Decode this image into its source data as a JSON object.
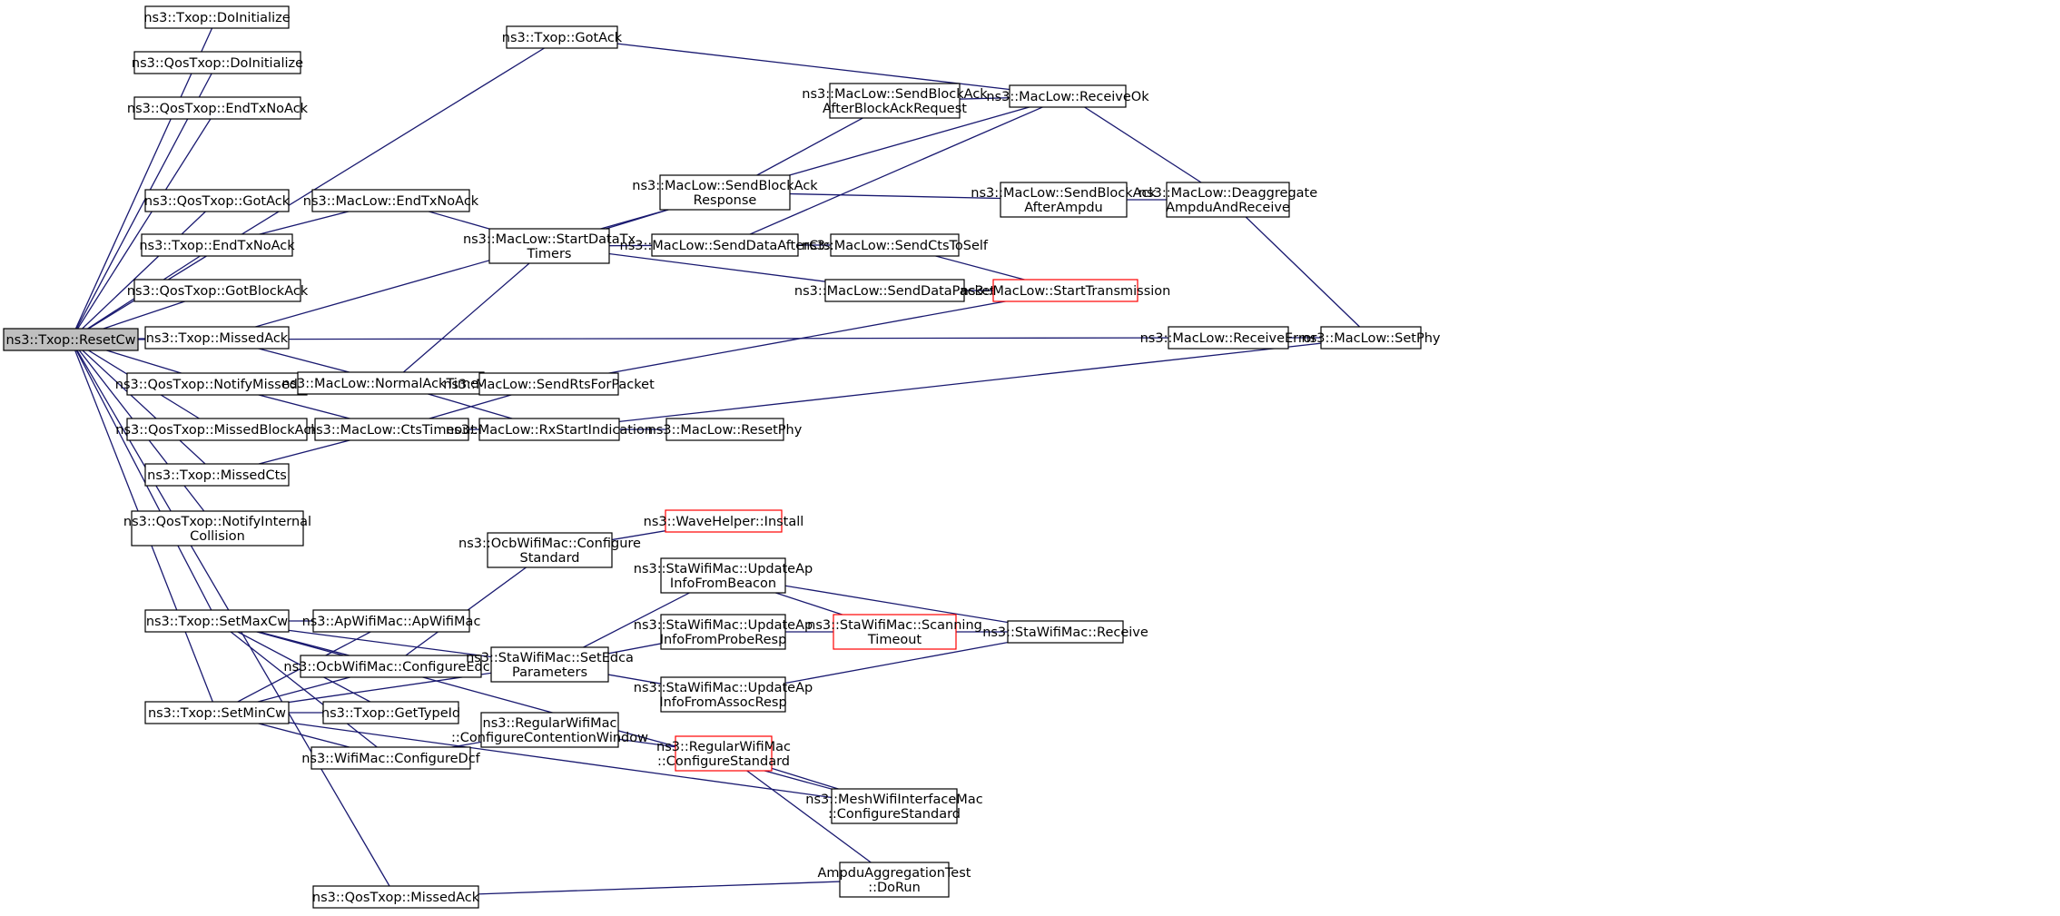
{
  "colors": {
    "edge": "#191970",
    "border": "#000000",
    "highlight_border": "#ff0000",
    "root_fill": "#bfbfbf",
    "fill": "#ffffff"
  },
  "nodes": [
    {
      "id": "resetcw",
      "lines": [
        "ns3::Txop::ResetCw"
      ],
      "style": "root"
    },
    {
      "id": "txop_doinit",
      "lines": [
        "ns3::Txop::DoInitialize"
      ]
    },
    {
      "id": "qos_doinit",
      "lines": [
        "ns3::QosTxop::DoInitialize"
      ]
    },
    {
      "id": "qos_endtxnoack",
      "lines": [
        "ns3::QosTxop::EndTxNoAck"
      ]
    },
    {
      "id": "qos_gotack",
      "lines": [
        "ns3::QosTxop::GotAck"
      ]
    },
    {
      "id": "txop_endtxnoack",
      "lines": [
        "ns3::Txop::EndTxNoAck"
      ]
    },
    {
      "id": "qos_gotblockack",
      "lines": [
        "ns3::QosTxop::GotBlockAck"
      ]
    },
    {
      "id": "txop_missedack",
      "lines": [
        "ns3::Txop::MissedAck"
      ]
    },
    {
      "id": "qos_notifymissedcts",
      "lines": [
        "ns3::QosTxop::NotifyMissedCts"
      ]
    },
    {
      "id": "qos_missedblockack",
      "lines": [
        "ns3::QosTxop::MissedBlockAck"
      ]
    },
    {
      "id": "txop_missedcts",
      "lines": [
        "ns3::Txop::MissedCts"
      ]
    },
    {
      "id": "qos_notifyinternal",
      "lines": [
        "ns3::QosTxop::NotifyInternal",
        "Collision"
      ]
    },
    {
      "id": "txop_setmaxcw",
      "lines": [
        "ns3::Txop::SetMaxCw"
      ]
    },
    {
      "id": "txop_setmincw",
      "lines": [
        "ns3::Txop::SetMinCw"
      ]
    },
    {
      "id": "qos_missedack",
      "lines": [
        "ns3::QosTxop::MissedAck"
      ]
    },
    {
      "id": "txop_gotack",
      "lines": [
        "ns3::Txop::GotAck"
      ]
    },
    {
      "id": "mac_endtxnoack",
      "lines": [
        "ns3::MacLow::EndTxNoAck"
      ]
    },
    {
      "id": "mac_normalacktimeout",
      "lines": [
        "ns3::MacLow::NormalAckTimeout"
      ]
    },
    {
      "id": "mac_ctstimeout",
      "lines": [
        "ns3::MacLow::CtsTimeout"
      ]
    },
    {
      "id": "ap_apwifimac",
      "lines": [
        "ns3::ApWifiMac::ApWifiMac"
      ]
    },
    {
      "id": "ocb_configureedca",
      "lines": [
        "ns3::OcbWifiMac::ConfigureEdca"
      ]
    },
    {
      "id": "txop_gettypeid",
      "lines": [
        "ns3::Txop::GetTypeId"
      ]
    },
    {
      "id": "wifimac_configuredcf",
      "lines": [
        "ns3::WifiMac::ConfigureDcf"
      ]
    },
    {
      "id": "mac_startdatatxtimers",
      "lines": [
        "ns3::MacLow::StartDataTx",
        "Timers"
      ]
    },
    {
      "id": "mac_sendrtsforpacket",
      "lines": [
        "ns3::MacLow::SendRtsForPacket"
      ]
    },
    {
      "id": "mac_rxstartindication",
      "lines": [
        "ns3::MacLow::RxStartIndication"
      ]
    },
    {
      "id": "ocb_configurestandard",
      "lines": [
        "ns3::OcbWifiMac::Configure",
        "Standard"
      ]
    },
    {
      "id": "sta_setedca",
      "lines": [
        "ns3::StaWifiMac::SetEdca",
        "Parameters"
      ]
    },
    {
      "id": "regular_configurecontention",
      "lines": [
        "ns3::RegularWifiMac",
        "::ConfigureContentionWindow"
      ]
    },
    {
      "id": "mac_sendblockackresponse",
      "lines": [
        "ns3::MacLow::SendBlockAck",
        "Response"
      ]
    },
    {
      "id": "mac_senddataaftercts",
      "lines": [
        "ns3::MacLow::SendDataAfterCts"
      ]
    },
    {
      "id": "mac_resetphy",
      "lines": [
        "ns3::MacLow::ResetPhy"
      ]
    },
    {
      "id": "wave_install",
      "lines": [
        "ns3::WaveHelper::Install"
      ],
      "style": "highlight"
    },
    {
      "id": "sta_updatebeacon",
      "lines": [
        "ns3::StaWifiMac::UpdateAp",
        "InfoFromBeacon"
      ]
    },
    {
      "id": "sta_updateprobe",
      "lines": [
        "ns3::StaWifiMac::UpdateAp",
        "InfoFromProbeResp"
      ]
    },
    {
      "id": "sta_updateassoc",
      "lines": [
        "ns3::StaWifiMac::UpdateAp",
        "InfoFromAssocResp"
      ]
    },
    {
      "id": "regular_configurestandard",
      "lines": [
        "ns3::RegularWifiMac",
        "::ConfigureStandard"
      ],
      "style": "highlight"
    },
    {
      "id": "mac_sendblockackafterbar",
      "lines": [
        "ns3::MacLow::SendBlockAck",
        "AfterBlockAckRequest"
      ]
    },
    {
      "id": "mac_sendctstoself",
      "lines": [
        "ns3::MacLow::SendCtsToSelf"
      ]
    },
    {
      "id": "mac_senddatapacket",
      "lines": [
        "ns3::MacLow::SendDataPacket"
      ]
    },
    {
      "id": "sta_scanningtimeout",
      "lines": [
        "ns3::StaWifiMac::Scanning",
        "Timeout"
      ],
      "style": "highlight"
    },
    {
      "id": "mesh_configurestandard",
      "lines": [
        "ns3::MeshWifiInterfaceMac",
        "::ConfigureStandard"
      ]
    },
    {
      "id": "ampdu_dorun",
      "lines": [
        "AmpduAggregationTest",
        "::DoRun"
      ]
    },
    {
      "id": "mac_receiveok",
      "lines": [
        "ns3::MacLow::ReceiveOk"
      ]
    },
    {
      "id": "mac_sendblockackafterampdu",
      "lines": [
        "ns3::MacLow::SendBlockAck",
        "AfterAmpdu"
      ]
    },
    {
      "id": "mac_starttransmission",
      "lines": [
        "ns3::MacLow::StartTransmission"
      ],
      "style": "highlight"
    },
    {
      "id": "sta_receive",
      "lines": [
        "ns3::StaWifiMac::Receive"
      ]
    },
    {
      "id": "mac_deaggregate",
      "lines": [
        "ns3::MacLow::Deaggregate",
        "AmpduAndReceive"
      ]
    },
    {
      "id": "mac_receiveerror",
      "lines": [
        "ns3::MacLow::ReceiveError"
      ]
    },
    {
      "id": "mac_setphy",
      "lines": [
        "ns3::MacLow::SetPhy"
      ]
    }
  ],
  "edges": [
    [
      "txop_doinit",
      "resetcw"
    ],
    [
      "qos_doinit",
      "resetcw"
    ],
    [
      "qos_endtxnoack",
      "resetcw"
    ],
    [
      "txop_gotack",
      "resetcw"
    ],
    [
      "qos_gotack",
      "resetcw"
    ],
    [
      "txop_endtxnoack",
      "resetcw"
    ],
    [
      "qos_gotblockack",
      "resetcw"
    ],
    [
      "txop_missedack",
      "resetcw"
    ],
    [
      "mac_receiveerror",
      "resetcw"
    ],
    [
      "qos_notifymissedcts",
      "resetcw"
    ],
    [
      "qos_missedblockack",
      "resetcw"
    ],
    [
      "txop_missedcts",
      "resetcw"
    ],
    [
      "qos_notifyinternal",
      "resetcw"
    ],
    [
      "txop_setmaxcw",
      "resetcw"
    ],
    [
      "txop_setmincw",
      "resetcw"
    ],
    [
      "qos_missedack",
      "resetcw"
    ],
    [
      "mac_receiveok",
      "txop_gotack"
    ],
    [
      "mac_endtxnoack",
      "txop_endtxnoack"
    ],
    [
      "mac_startdatatxtimers",
      "mac_endtxnoack"
    ],
    [
      "mac_receiveok",
      "txop_missedack"
    ],
    [
      "mac_normalacktimeout",
      "txop_missedack"
    ],
    [
      "mac_startdatatxtimers",
      "mac_normalacktimeout"
    ],
    [
      "mac_rxstartindication",
      "mac_normalacktimeout"
    ],
    [
      "mac_ctstimeout",
      "qos_notifymissedcts"
    ],
    [
      "mac_ctstimeout",
      "txop_missedcts"
    ],
    [
      "mac_sendrtsforpacket",
      "mac_ctstimeout"
    ],
    [
      "mac_rxstartindication",
      "mac_ctstimeout"
    ],
    [
      "mac_resetphy",
      "mac_rxstartindication"
    ],
    [
      "mac_setphy",
      "mac_rxstartindication"
    ],
    [
      "mac_starttransmission",
      "mac_sendrtsforpacket"
    ],
    [
      "mac_sendblockackresponse",
      "mac_startdatatxtimers"
    ],
    [
      "mac_senddataaftercts",
      "mac_startdatatxtimers"
    ],
    [
      "mac_senddatapacket",
      "mac_startdatatxtimers"
    ],
    [
      "mac_sendblockackafterbar",
      "mac_sendblockackresponse"
    ],
    [
      "mac_sendblockackafterampdu",
      "mac_sendblockackresponse"
    ],
    [
      "mac_receiveok",
      "mac_senddataaftercts"
    ],
    [
      "mac_sendctstoself",
      "mac_senddataaftercts"
    ],
    [
      "mac_starttransmission",
      "mac_sendctstoself"
    ],
    [
      "mac_starttransmission",
      "mac_senddatapacket"
    ],
    [
      "mac_receiveok",
      "mac_sendblockackafterbar"
    ],
    [
      "mac_deaggregate",
      "mac_sendblockackafterampdu"
    ],
    [
      "mac_deaggregate",
      "mac_receiveok"
    ],
    [
      "mac_setphy",
      "mac_deaggregate"
    ],
    [
      "mac_setphy",
      "mac_receiveerror"
    ],
    [
      "ap_apwifimac",
      "txop_setmaxcw"
    ],
    [
      "ocb_configureedca",
      "txop_setmaxcw"
    ],
    [
      "txop_gettypeid",
      "txop_setmaxcw"
    ],
    [
      "wifimac_configuredcf",
      "txop_setmaxcw"
    ],
    [
      "sta_setedca",
      "txop_setmaxcw"
    ],
    [
      "mesh_configurestandard",
      "txop_setmaxcw"
    ],
    [
      "ap_apwifimac",
      "txop_setmincw"
    ],
    [
      "ocb_configureedca",
      "txop_setmincw"
    ],
    [
      "txop_gettypeid",
      "txop_setmincw"
    ],
    [
      "wifimac_configuredcf",
      "txop_setmincw"
    ],
    [
      "sta_setedca",
      "txop_setmincw"
    ],
    [
      "mesh_configurestandard",
      "txop_setmincw"
    ],
    [
      "ocb_configurestandard",
      "ocb_configureedca"
    ],
    [
      "wave_install",
      "ocb_configurestandard"
    ],
    [
      "regular_configurecontention",
      "wifimac_configuredcf"
    ],
    [
      "regular_configurestandard",
      "regular_configurecontention"
    ],
    [
      "sta_updatebeacon",
      "sta_setedca"
    ],
    [
      "sta_updateprobe",
      "sta_setedca"
    ],
    [
      "sta_updateassoc",
      "sta_setedca"
    ],
    [
      "sta_receive",
      "sta_updatebeacon"
    ],
    [
      "sta_scanningtimeout",
      "sta_updatebeacon"
    ],
    [
      "sta_scanningtimeout",
      "sta_updateprobe"
    ],
    [
      "sta_receive",
      "sta_updateassoc"
    ],
    [
      "sta_receive",
      "sta_scanningtimeout"
    ],
    [
      "mesh_configurestandard",
      "regular_configurestandard"
    ],
    [
      "ampdu_dorun",
      "regular_configurestandard"
    ],
    [
      "ampdu_dorun",
      "qos_missedack"
    ]
  ]
}
